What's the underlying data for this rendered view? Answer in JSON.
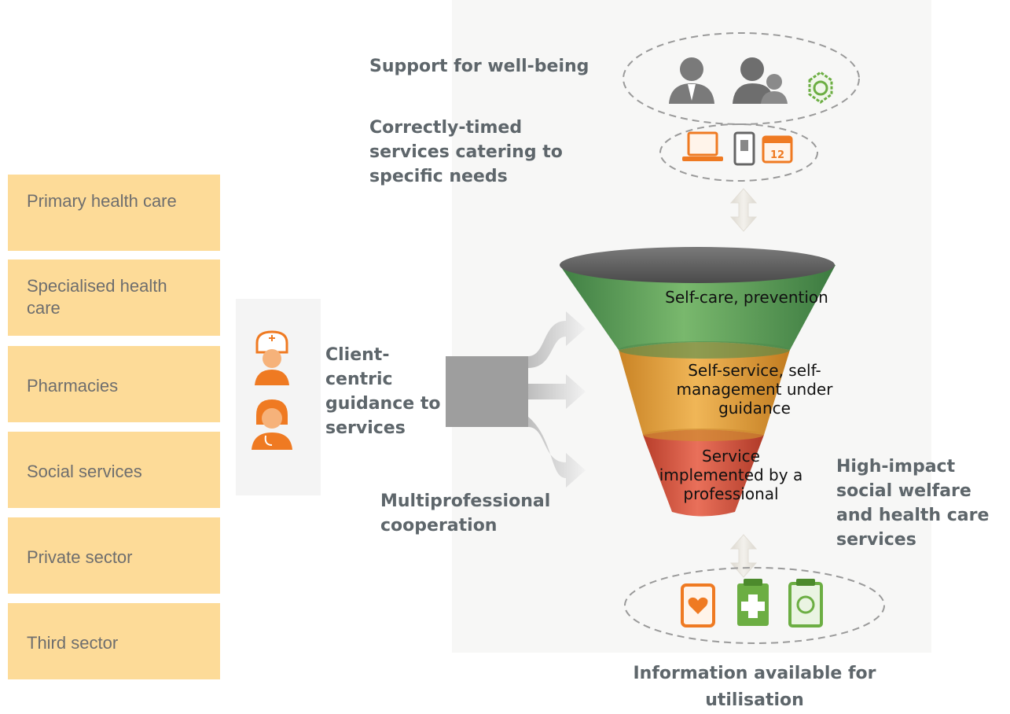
{
  "sectors": [
    "Primary health care",
    "Specialised health care",
    "Pharmacies",
    "Social services",
    "Private sector",
    "Third sector"
  ],
  "labels": {
    "wellbeing": "Support for well-being",
    "timed_services": "Correctly-timed services catering to specific needs",
    "client_guidance": "Client-centric guidance to services",
    "multiprofessional": "Multiprofessional cooperation",
    "high_impact": "High-impact social welfare and health care services",
    "information": "Information available for utilisation"
  },
  "funnel": {
    "top": "Self-care, prevention",
    "middle": "Self-service, self-management under guidance",
    "bottom": "Service implemented by a professional"
  },
  "icons": {
    "wellbeing_group": [
      "professional-person-icon",
      "parent-child-icon",
      "baby-icon"
    ],
    "timed_group": [
      "laptop-icon",
      "phone-icon",
      "calendar-icon"
    ],
    "info_group": [
      "tablet-heart-icon",
      "medical-clipboard-icon",
      "child-clipboard-icon"
    ],
    "guidance_people": [
      "nurse-icon",
      "doctor-icon"
    ]
  },
  "calendar_day": "12",
  "colors": {
    "sector_box": "#fddb98",
    "label_text": "#5e666b",
    "funnel_green": "#5ea25d",
    "funnel_orange": "#e5a23e",
    "funnel_red": "#d9533d",
    "icon_orange": "#ef7a22",
    "icon_green": "#6cae43"
  }
}
